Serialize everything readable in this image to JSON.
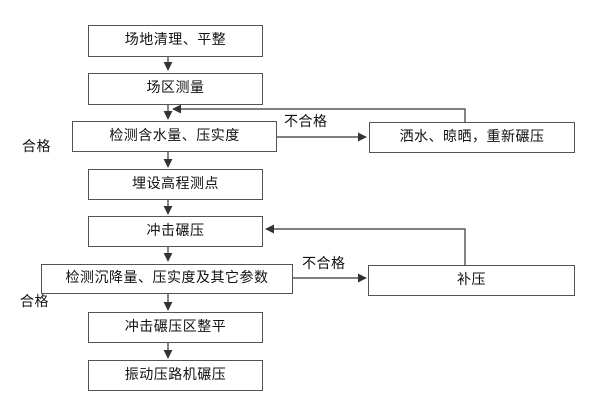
{
  "diagram_type": "flowchart",
  "nodes": {
    "site_clearing": "场地清理、平整",
    "site_survey": "场区测量",
    "moisture_test": "检测含水量、压实度",
    "elevation_points": "埋设高程测点",
    "impact_rolling": "冲击碾压",
    "settlement_test": "检测沉降量、压实度及其它参数",
    "sprinkle_rework": "洒水、晾晒，重新碾压",
    "supplementary_rolling": "补压",
    "area_leveling": "冲击碾压区整平",
    "vibratory_rolling": "振动压路机碾压"
  },
  "labels": {
    "pass_1": "合格",
    "pass_2": "合格",
    "fail_1": "不合格",
    "fail_2": "不合格"
  },
  "edges": [
    {
      "from": "site_clearing",
      "to": "site_survey"
    },
    {
      "from": "site_survey",
      "to": "moisture_test"
    },
    {
      "from": "moisture_test",
      "to": "sprinkle_rework",
      "label": "不合格"
    },
    {
      "from": "sprinkle_rework",
      "to": "moisture_test"
    },
    {
      "from": "moisture_test",
      "to": "elevation_points",
      "label": "合格"
    },
    {
      "from": "elevation_points",
      "to": "impact_rolling"
    },
    {
      "from": "impact_rolling",
      "to": "settlement_test"
    },
    {
      "from": "settlement_test",
      "to": "supplementary_rolling",
      "label": "不合格"
    },
    {
      "from": "supplementary_rolling",
      "to": "impact_rolling"
    },
    {
      "from": "settlement_test",
      "to": "area_leveling",
      "label": "合格"
    },
    {
      "from": "area_leveling",
      "to": "vibratory_rolling"
    }
  ],
  "colors": {
    "box_border": "#545454",
    "connector": "#333333",
    "text": "#111111",
    "background": "#ffffff"
  }
}
